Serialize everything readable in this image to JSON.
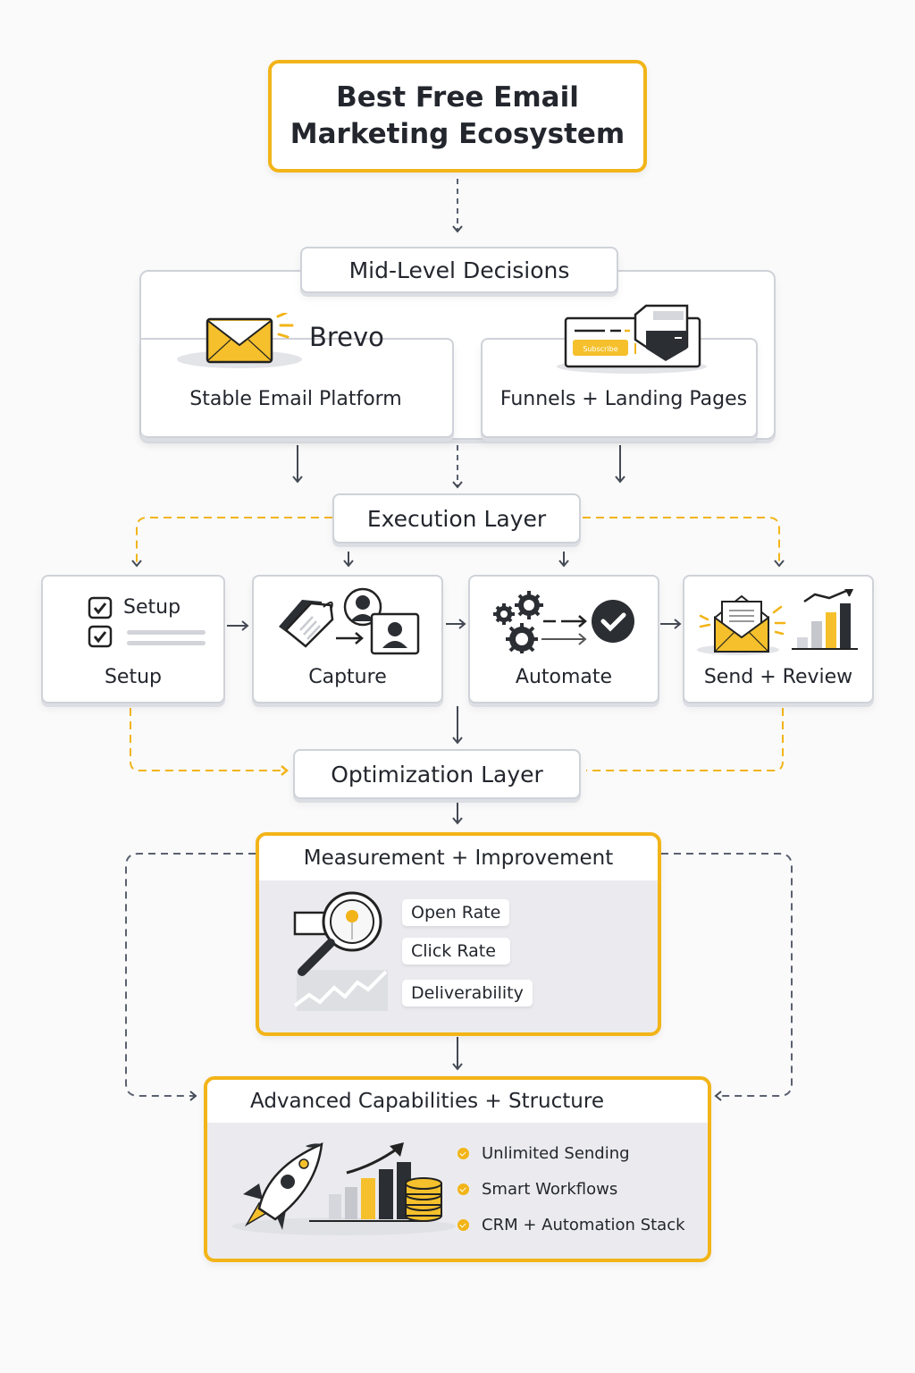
{
  "title": {
    "line1": "Best Free Email",
    "line2": "Marketing Ecosystem"
  },
  "mid_level": {
    "header": "Mid-Level Decisions",
    "left": {
      "brand": "Brevo",
      "label": "Stable Email Platform",
      "icon": "envelope-icon"
    },
    "right": {
      "label": "Funnels + Landing Pages",
      "icon": "landing-page-form-icon",
      "button_text": "Subscribe"
    }
  },
  "execution": {
    "header": "Execution Layer",
    "steps": [
      {
        "label": "Setup",
        "icon": "checklist-icon",
        "inner_text": "Setup"
      },
      {
        "label": "Capture",
        "icon": "tag-to-contact-icon"
      },
      {
        "label": "Automate",
        "icon": "gears-to-check-icon"
      },
      {
        "label": "Send + Review",
        "icon": "envelope-chart-icon"
      }
    ]
  },
  "optimization": {
    "header": "Optimization Layer"
  },
  "measurement": {
    "header": "Measurement + Improvement",
    "icon": "magnifier-chart-icon",
    "metrics": [
      "Open Rate",
      "Click Rate",
      "Deliverability"
    ]
  },
  "advanced": {
    "header": "Advanced Capabilities + Structure",
    "icon": "rocket-growth-icon",
    "bullets": [
      "Unlimited Sending",
      "Smart Workflows",
      "CRM + Automation Stack"
    ]
  },
  "colors": {
    "accent": "#f2b418",
    "dark": "#2b2e33",
    "border": "#cfd2d8",
    "connector": "#5a6170"
  }
}
